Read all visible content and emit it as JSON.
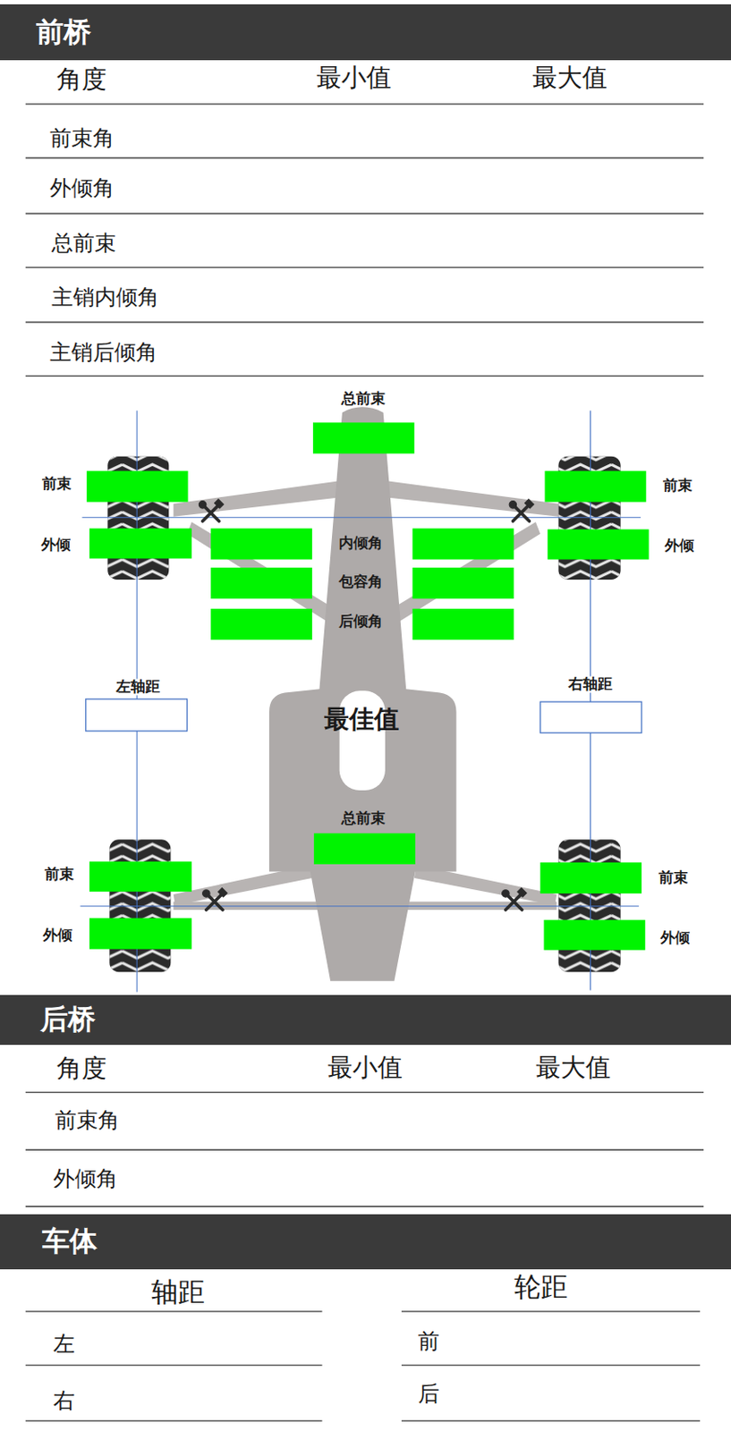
{
  "diagram": {
    "nodes": [
      {
        "text": [
          "前桥"
        ]
      },
      {
        "text": [
          "后桥"
        ]
      },
      {
        "text": [
          "车体"
        ]
      }
    ],
    "labels": [
      "角度",
      "最小值",
      "最大值",
      "前束角",
      "外倾角",
      "总前束",
      "主销内倾角",
      "主销后倾角",
      "总前束",
      "前束",
      "前束",
      "外倾",
      "内倾角",
      "外倾",
      "包容角",
      "后倾角",
      "左轴距",
      "右轴距",
      "最佳值",
      "总前束",
      "前束",
      "前束",
      "外倾",
      "外倾",
      "角度",
      "最小值",
      "最大值",
      "前束角",
      "外倾角",
      "轴距",
      "轮距",
      "左",
      "前",
      "右",
      "后"
    ]
  }
}
